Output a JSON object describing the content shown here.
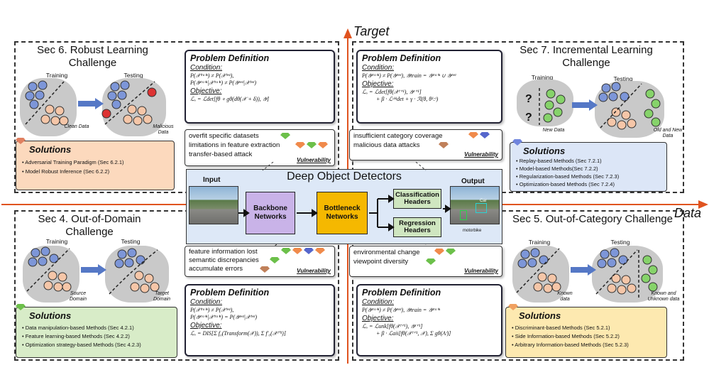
{
  "axes": {
    "y_label": "Target",
    "x_label": "Data"
  },
  "center": {
    "title": "Deep Object Detectors",
    "input_label": "Input",
    "output_label": "Output",
    "backbone": "Backbone Networks",
    "bottleneck": "Bottleneck Networks",
    "cls_head": "Classification Headers",
    "reg_head": "Regression Headers",
    "img_label_car": "Car",
    "img_label_motorbike": "motorbike",
    "colors": {
      "backbone": "#c9b3e8",
      "bottleneck": "#f5b800",
      "heads": "#cfe6c0",
      "panel": "#dde8f7",
      "axis": "#e0531f"
    }
  },
  "sec6": {
    "title": "Sec 6. Robust Learning Challenge",
    "training": "Training",
    "testing": "Testing",
    "clean": "Clean Data",
    "malicious": "Malicious Data",
    "pd_title": "Problem Definition",
    "condition": "Condition:",
    "cond1": "P(𝒳ᵗʳᵃⁱⁿ) ≠ P(𝒳ᵗᵉˢᵗ),",
    "cond2": "P(𝒴ᵗʳᵃⁱⁿ|𝒳ᵗʳᵃⁱⁿ) ≠ P(𝒴ᵗᵉˢᵗ|𝒳ᵗᵉˢᵗ)",
    "objective": "Objective:",
    "obj1": "ℒₒ = ℒdet[fθ ∘ gθ(dθ(𝒳 + δ)), 𝒴]",
    "vul": [
      "overfit specific datasets",
      "limitations in feature extraction",
      "transfer-based attack"
    ],
    "vul_label": "Vulnerability",
    "sol_title": "Solutions",
    "solutions": [
      "Adversarial Training Paradigm (Sec 6.2.1)",
      "Model Robust Inference (Sec 6.2.2)"
    ]
  },
  "sec7": {
    "title": "Sec 7. Incremental Learning Challenge",
    "training": "Training",
    "testing": "Testing",
    "new": "New Data",
    "oldnew": "Old and New Data",
    "pd_title": "Problem Definition",
    "condition": "Condition:",
    "cond1": "P(𝒴ᵗʳᵃⁱⁿ) ≠ P(𝒴ᵗᵉˢᵗ), 𝒴train = 𝒴ᵗʳᵃⁱⁿ ∪ 𝒴ᵗᵉˢᵗ",
    "objective": "Objective:",
    "obj1": "ℒₒ = ℒdet[fθ(𝒳ᵗ⁺¹), 𝒴ᵗ⁺¹]",
    "obj2": "+ β · ℒᵒˡᵈdet + γ · ℛ(θ, θ¹:ᵗ)",
    "vul": [
      "insufficient category coverage",
      "malicious data attacks"
    ],
    "vul_label": "Vulnerability",
    "sol_title": "Solutions",
    "solutions": [
      "Replay-based Methods (Sec 7.2.1)",
      "Model-based  Methods(Sec 7.2.2)",
      "Regularization-based  Methods (Sec 7.2.3)",
      "Optimization-based  Methods (Sec 7.2.4)"
    ]
  },
  "sec4": {
    "title": "Sec 4. Out-of-Domain Challenge",
    "training": "Training",
    "testing": "Testing",
    "source": "Source Domain",
    "target": "Target Domain",
    "pd_title": "Problem Definition",
    "condition": "Condition:",
    "cond1": "P(𝒳ᵗʳᵃⁱⁿ) ≠ P(𝒳ᵗᵉˢᵗ),",
    "cond2": "P(𝒴ᵗʳᵃⁱⁿ|𝒳ᵗʳᵃⁱⁿ) = P(𝒴ᵗᵉˢᵗ|𝒳ᵗᵉˢᵗ)",
    "objective": "Objective:",
    "obj1": "ℒₒ = DIS[Σ f₀(Transform(𝒳)), Σ f′₀(𝒳ᵗ⁺¹)]",
    "vul": [
      "feature information lost",
      "semantic discrepancies",
      "accumulate errors"
    ],
    "vul_label": "Vulnerability",
    "sol_title": "Solutions",
    "solutions": [
      "Data manipulation-based Methods (Sec 4.2.1)",
      "Feature learning-based Methods (Sec 4.2.2)",
      "Optimization strategy-based Methods (Sec 4.2.3)"
    ]
  },
  "sec5": {
    "title": "Sec 5. Out-of-Category Challenge",
    "training": "Training",
    "testing": "Testing",
    "known": "Known data",
    "knownunknown": "Known and Unknown data",
    "pd_title": "Problem Definition",
    "condition": "Condition:",
    "cond1": "P(𝒴ᵗʳᵃⁱⁿ) ≠ P(𝒴ᵗᵉˢᵗ), 𝒴train = 𝒴ᵗʳᵃⁱⁿ",
    "objective": "Objective:",
    "obj1": "ℒₒ = ℒunk[fθ(𝒳ᵗ⁺¹), 𝒴ᵗ⁺¹]",
    "obj2": "+ β · ℒaii[fθ(𝒳ᵗ⁺¹, 𝒳), Σ gθ(Aⁱ)]",
    "vul": [
      "environmental change",
      "viewpoint diversity"
    ],
    "vul_label": "Vulnerability",
    "sol_title": "Solutions",
    "solutions": [
      "Discriminant-based Methods (Sec 5.2.1)",
      "Side Information-based Methods (Sec 5.2.2)",
      "Arbitrary Information-based Methods (Sec 5.2.3)"
    ]
  }
}
